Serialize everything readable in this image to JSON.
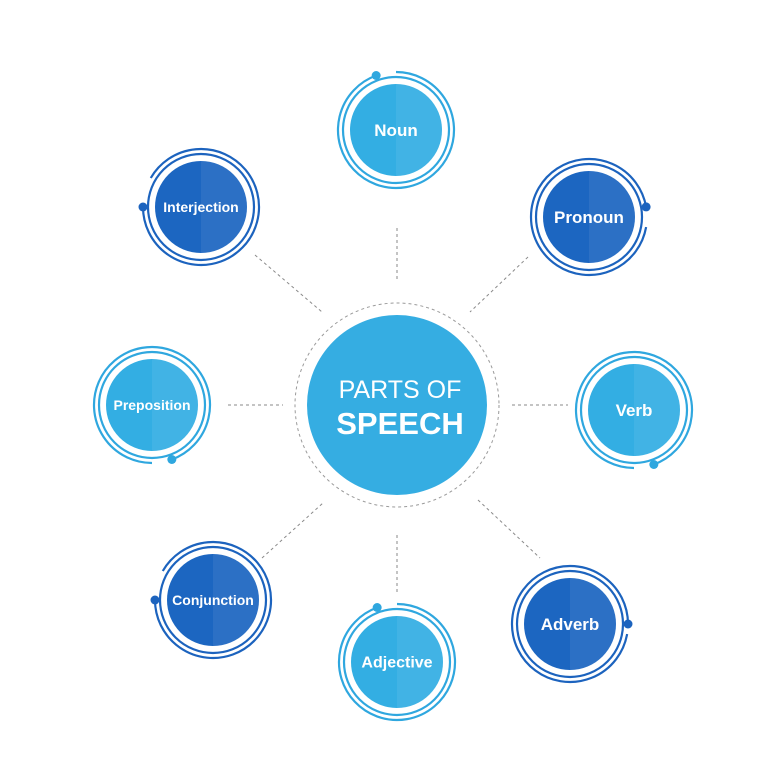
{
  "center": {
    "line1": "PARTS OF",
    "line2": "SPEECH",
    "color": "#35ade2"
  },
  "colors": {
    "light": "#33aee3",
    "light_ring": "#2fa7df",
    "dark": "#1c66c1",
    "dark_ring": "#1c63be",
    "connector": "#8a8a8a"
  },
  "nodes": [
    {
      "id": "noun",
      "label": "Noun",
      "shade": "light"
    },
    {
      "id": "pronoun",
      "label": "Pronoun",
      "shade": "dark"
    },
    {
      "id": "verb",
      "label": "Verb",
      "shade": "light"
    },
    {
      "id": "adverb",
      "label": "Adverb",
      "shade": "dark"
    },
    {
      "id": "adjective",
      "label": "Adjective",
      "shade": "light"
    },
    {
      "id": "conjunction",
      "label": "Conjunction",
      "shade": "dark"
    },
    {
      "id": "preposition",
      "label": "Preposition",
      "shade": "light"
    },
    {
      "id": "interjection",
      "label": "Interjection",
      "shade": "dark"
    }
  ]
}
